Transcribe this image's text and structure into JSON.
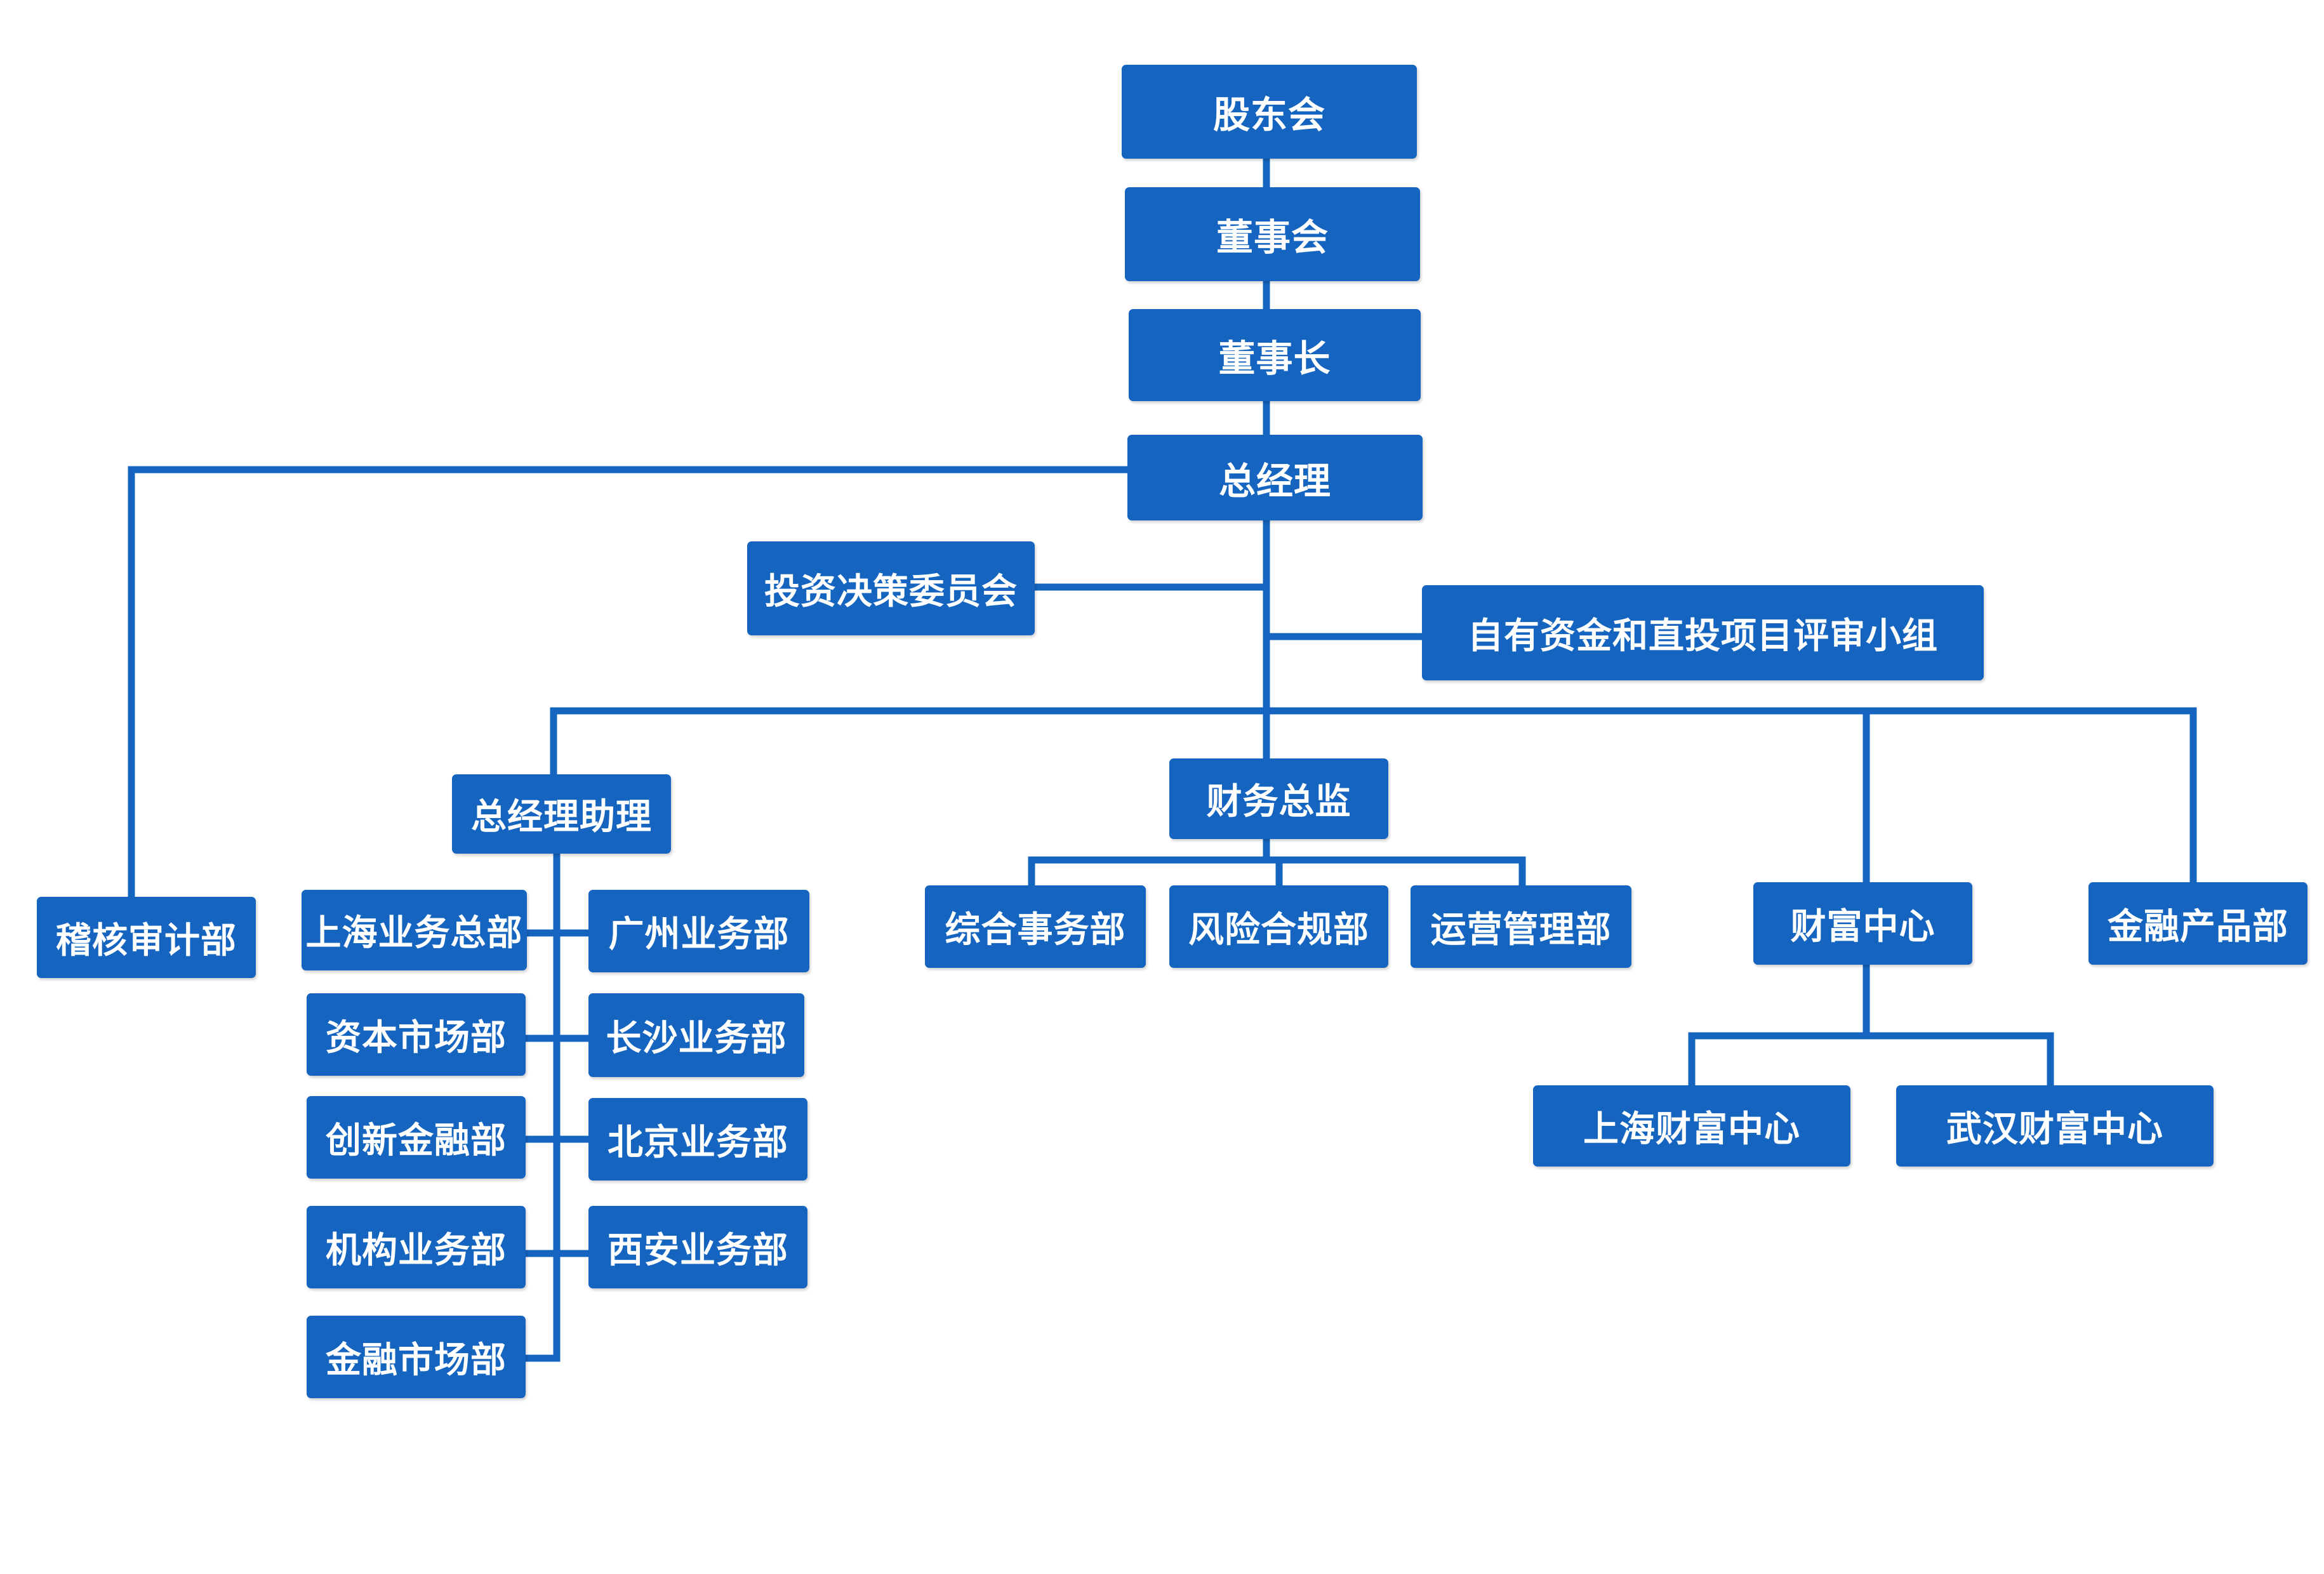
{
  "org_chart": {
    "shareholders": "股东会",
    "board": "董事会",
    "chairman": "董事长",
    "general_manager": "总经理",
    "investment_committee": "投资决策委员会",
    "own_funds_review_group": "自有资金和直投项目评审小组",
    "audit_dept": "稽核审计部",
    "gm_assistant": "总经理助理",
    "cfo": "财务总监",
    "wealth_center": "财富中心",
    "financial_products_dept": "金融产品部",
    "assistant_departments_left": [
      "上海业务总部",
      "资本市场部",
      "创新金融部",
      "机构业务部",
      "金融市场部"
    ],
    "assistant_departments_right": [
      "广州业务部",
      "长沙业务部",
      "北京业务部",
      "西安业务部"
    ],
    "cfo_departments": [
      "综合事务部",
      "风险合规部",
      "运营管理部"
    ],
    "wealth_sub_centers": [
      "上海财富中心",
      "武汉财富中心"
    ]
  },
  "colors": {
    "box": "#1565c0",
    "line": "#1565c0",
    "text": "#ffffff"
  }
}
